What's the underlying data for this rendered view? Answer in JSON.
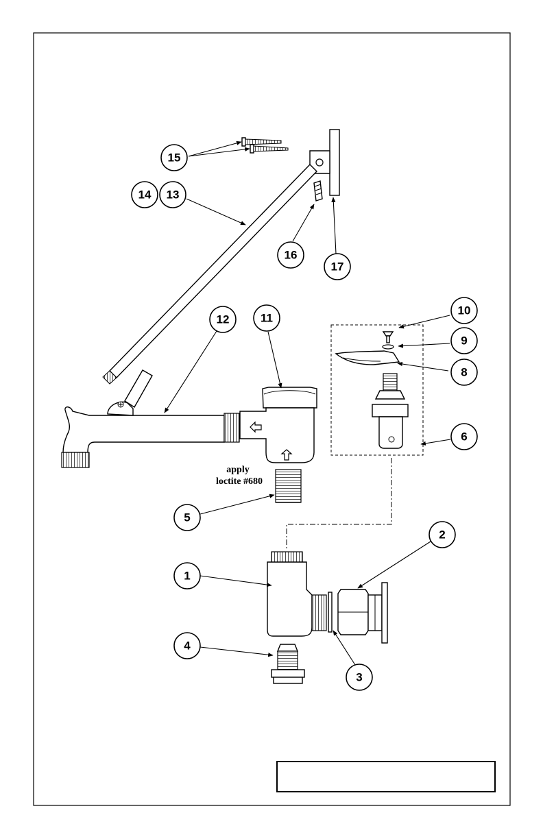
{
  "callouts": {
    "c1": "1",
    "c2": "2",
    "c3": "3",
    "c4": "4",
    "c5": "5",
    "c6": "6",
    "c8": "8",
    "c9": "9",
    "c10": "10",
    "c11": "11",
    "c12": "12",
    "c13": "13",
    "c14": "14",
    "c15": "15",
    "c16": "16",
    "c17": "17"
  },
  "note": {
    "line1": "apply",
    "line2": "loctite #680"
  },
  "title_box": {
    "text": ""
  },
  "colors": {
    "stroke": "#000000",
    "background": "#ffffff"
  }
}
